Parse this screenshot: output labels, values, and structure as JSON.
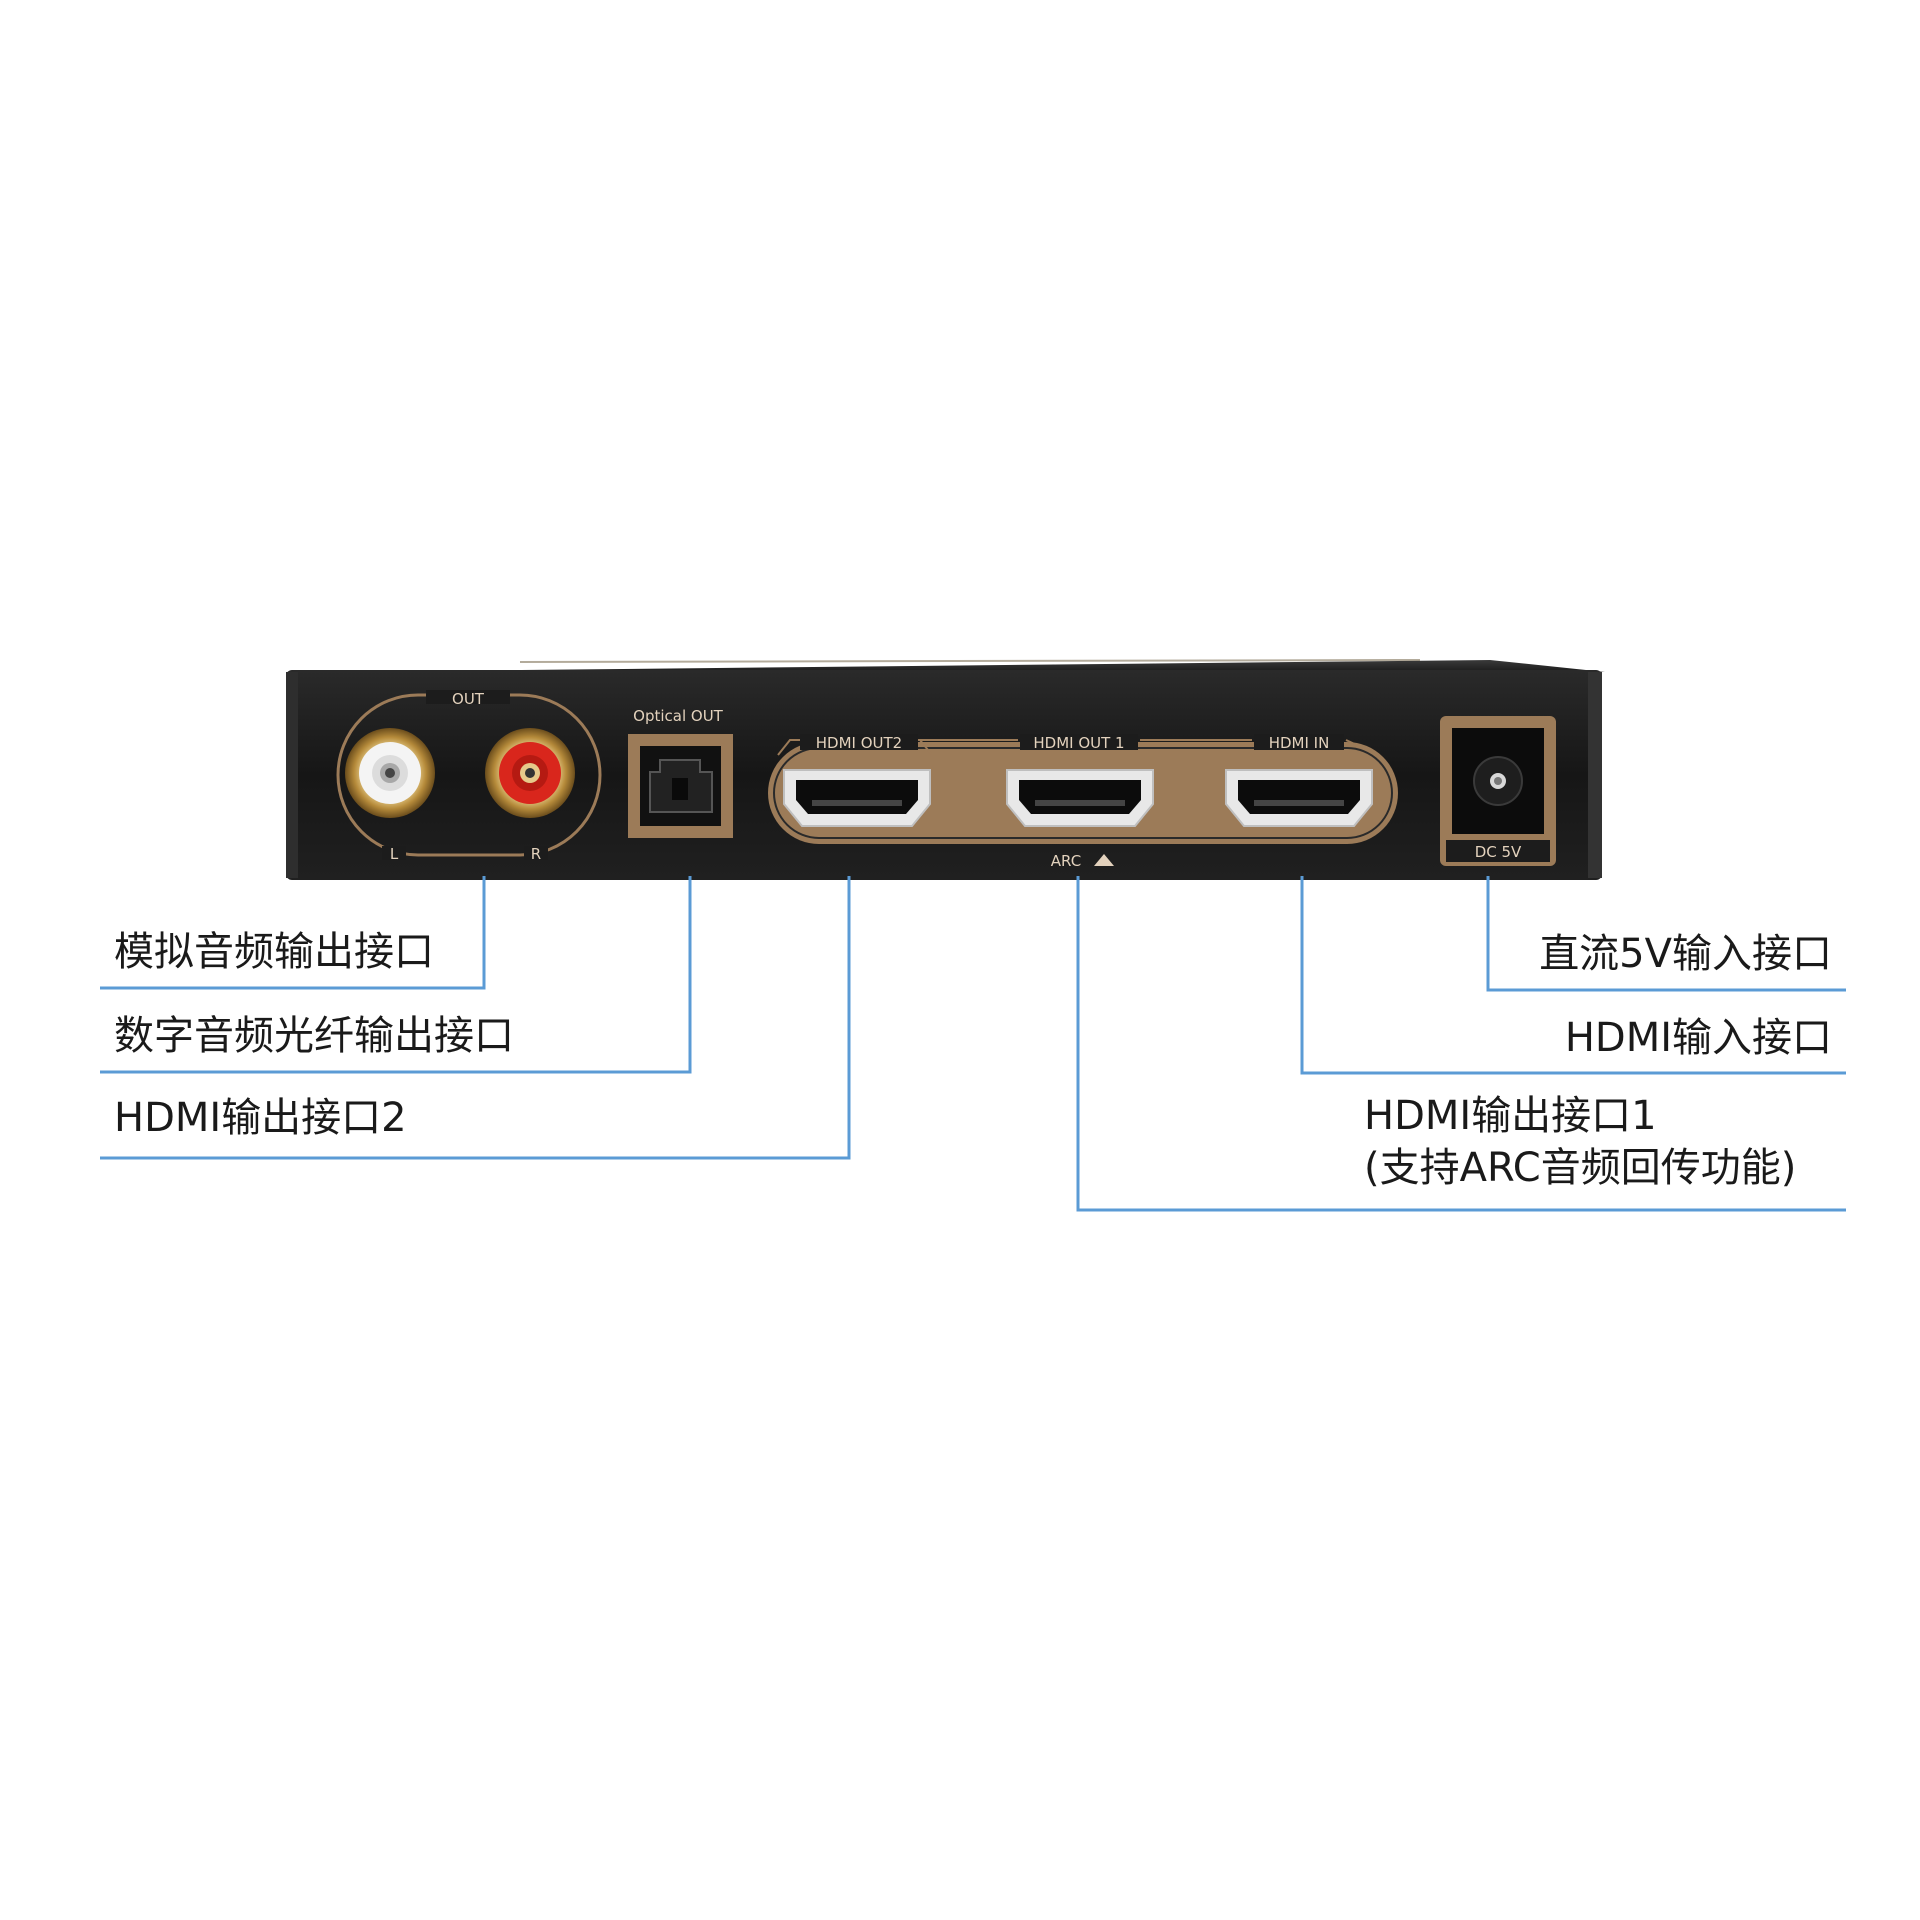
{
  "device": {
    "audio_out_label": "OUT",
    "left_label": "L",
    "right_label": "R",
    "optical_label": "Optical OUT",
    "hdmi_out2_label": "HDMI OUT2",
    "hdmi_out1_label": "HDMI OUT 1",
    "hdmi_in_label": "HDMI IN",
    "arc_label": "ARC",
    "dc_label": "DC 5V"
  },
  "callouts": {
    "analog_audio": "模拟音频输出接口",
    "optical_audio": "数字音频光纤输出接口",
    "hdmi_out2": "HDMI输出接口2",
    "dc_input": "直流5V输入接口",
    "hdmi_input": "HDMI输入接口",
    "hdmi_out1_line1": "HDMI输出接口1",
    "hdmi_out1_line2": "(支持ARC音频回传功能)"
  },
  "colors": {
    "leader_line": "#5b9bd5",
    "panel_gold": "#9c7b58",
    "device_body": "#1c1c1c",
    "rca_white": "#f2f2f2",
    "rca_red": "#d9261c"
  }
}
